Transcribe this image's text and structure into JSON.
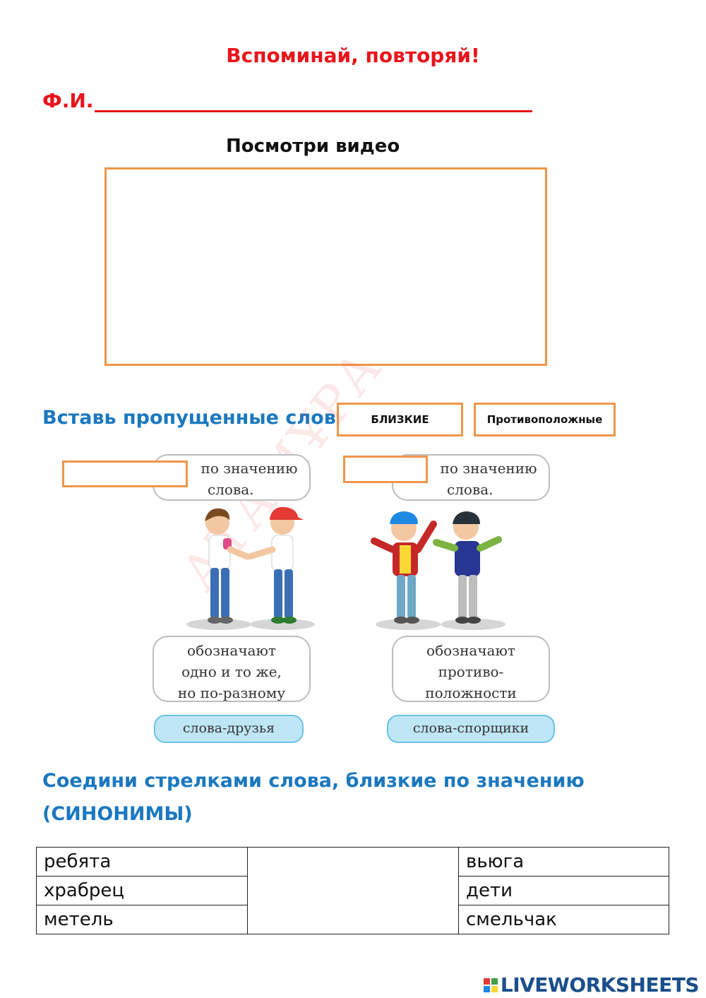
{
  "header": {
    "title": "Вспоминай, повторяй!",
    "name_label": "Ф.И."
  },
  "video": {
    "heading": "Посмотри видео"
  },
  "fill_in": {
    "heading": "Вставь пропущенные слова:",
    "word_bank": [
      "БЛИЗКИЕ",
      "Противоположные"
    ]
  },
  "illustration": {
    "left": {
      "top_text_line1": "по значению",
      "top_text_line2": "слова.",
      "bottom_text_line1": "обозначают",
      "bottom_text_line2": "одно и то же,",
      "bottom_text_line3": "но по-разному",
      "label": "слова-друзья"
    },
    "right": {
      "top_text_line1": "по значению",
      "top_text_line2": "слова.",
      "bottom_text_line1": "обозначают",
      "bottom_text_line2": "противо-",
      "bottom_text_line3": "положности",
      "label": "слова-спорщики"
    }
  },
  "synonyms": {
    "heading_line1": "Соедини стрелками слова, близкие по значению",
    "heading_line2": "(СИНОНИМЫ)",
    "left_words": [
      "ребята",
      "храбрец",
      "метель"
    ],
    "right_words": [
      "вьюга",
      "дети",
      "смельчак"
    ]
  },
  "footer": {
    "logo_text": "LIVEWORKSHEETS",
    "logo_colors": [
      "#e53935",
      "#43a047",
      "#1e88e5",
      "#fdd835"
    ]
  }
}
